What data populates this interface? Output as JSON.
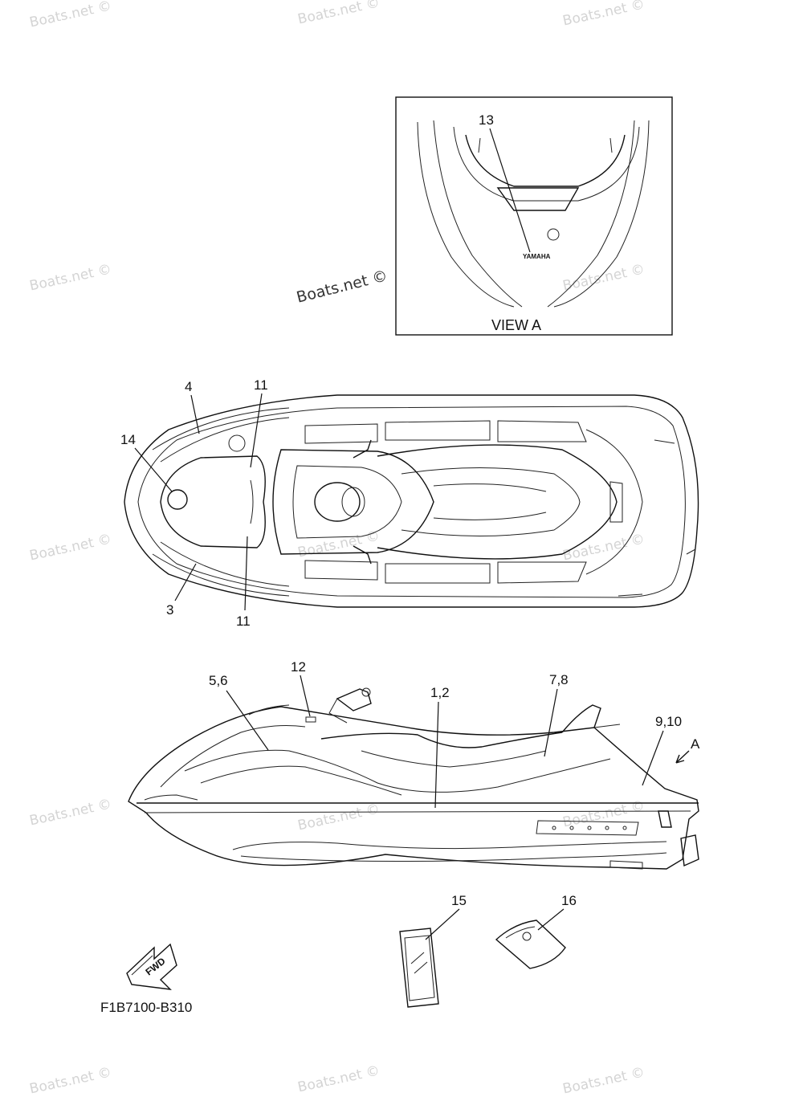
{
  "diagram": {
    "view_label": "VIEW A",
    "part_code": "F1B7100-B310",
    "fwd_label": "FWD",
    "view_a_marker": "A",
    "decal_text": "YAMAHA",
    "watermark": "Boats.net ©",
    "callouts": {
      "c13": "13",
      "c4": "4",
      "c11_top": "11",
      "c14": "14",
      "c3": "3",
      "c11_bottom": "11",
      "c12": "12",
      "c5_6": "5,6",
      "c1_2": "1,2",
      "c7_8": "7,8",
      "c9_10": "9,10",
      "c15": "15",
      "c16": "16"
    }
  }
}
